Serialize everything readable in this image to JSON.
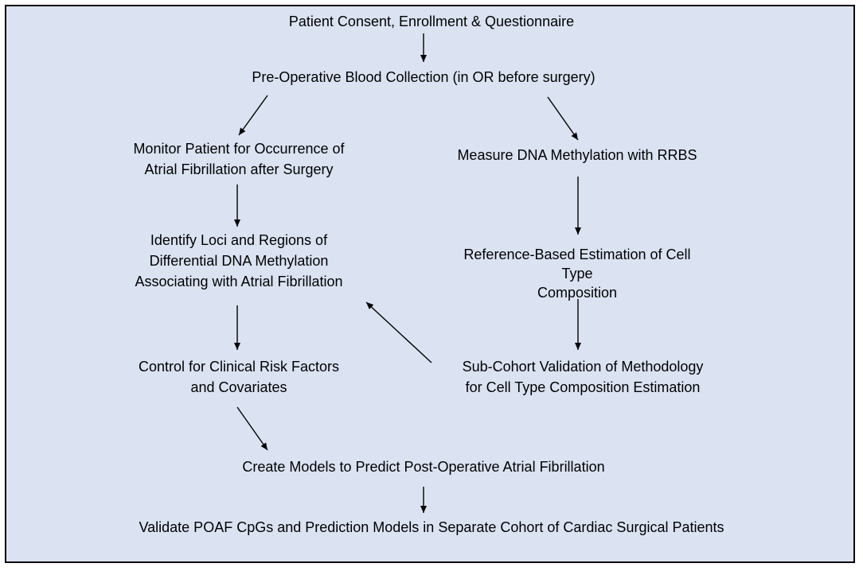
{
  "nodes": {
    "consent": [
      "Patient Consent, Enrollment & Questionnaire"
    ],
    "blood": [
      "Pre-Operative Blood Collection (in OR before surgery)"
    ],
    "monitor": [
      "Monitor Patient for Occurrence of",
      "Atrial Fibrillation after Surgery"
    ],
    "measure": [
      "Measure DNA Methylation with RRBS"
    ],
    "identify": [
      "Identify Loci and Regions of",
      "Differential DNA Methylation",
      "Associating with Atrial Fibrillation"
    ],
    "reference": [
      "Reference-Based Estimation of Cell",
      "Type",
      "Composition"
    ],
    "control": [
      "Control for Clinical Risk Factors",
      "and Covariates"
    ],
    "subcohort": [
      "Sub-Cohort Validation of Methodology",
      "for Cell Type Composition Estimation"
    ],
    "models": [
      "Create Models to Predict Post-Operative Atrial Fibrillation"
    ],
    "validate": [
      "Validate POAF CpGs and Prediction Models in Separate Cohort of Cardiac Surgical Patients"
    ]
  },
  "colors": {
    "background": "#dbe3f2",
    "border": "#000000",
    "text": "#000000"
  }
}
